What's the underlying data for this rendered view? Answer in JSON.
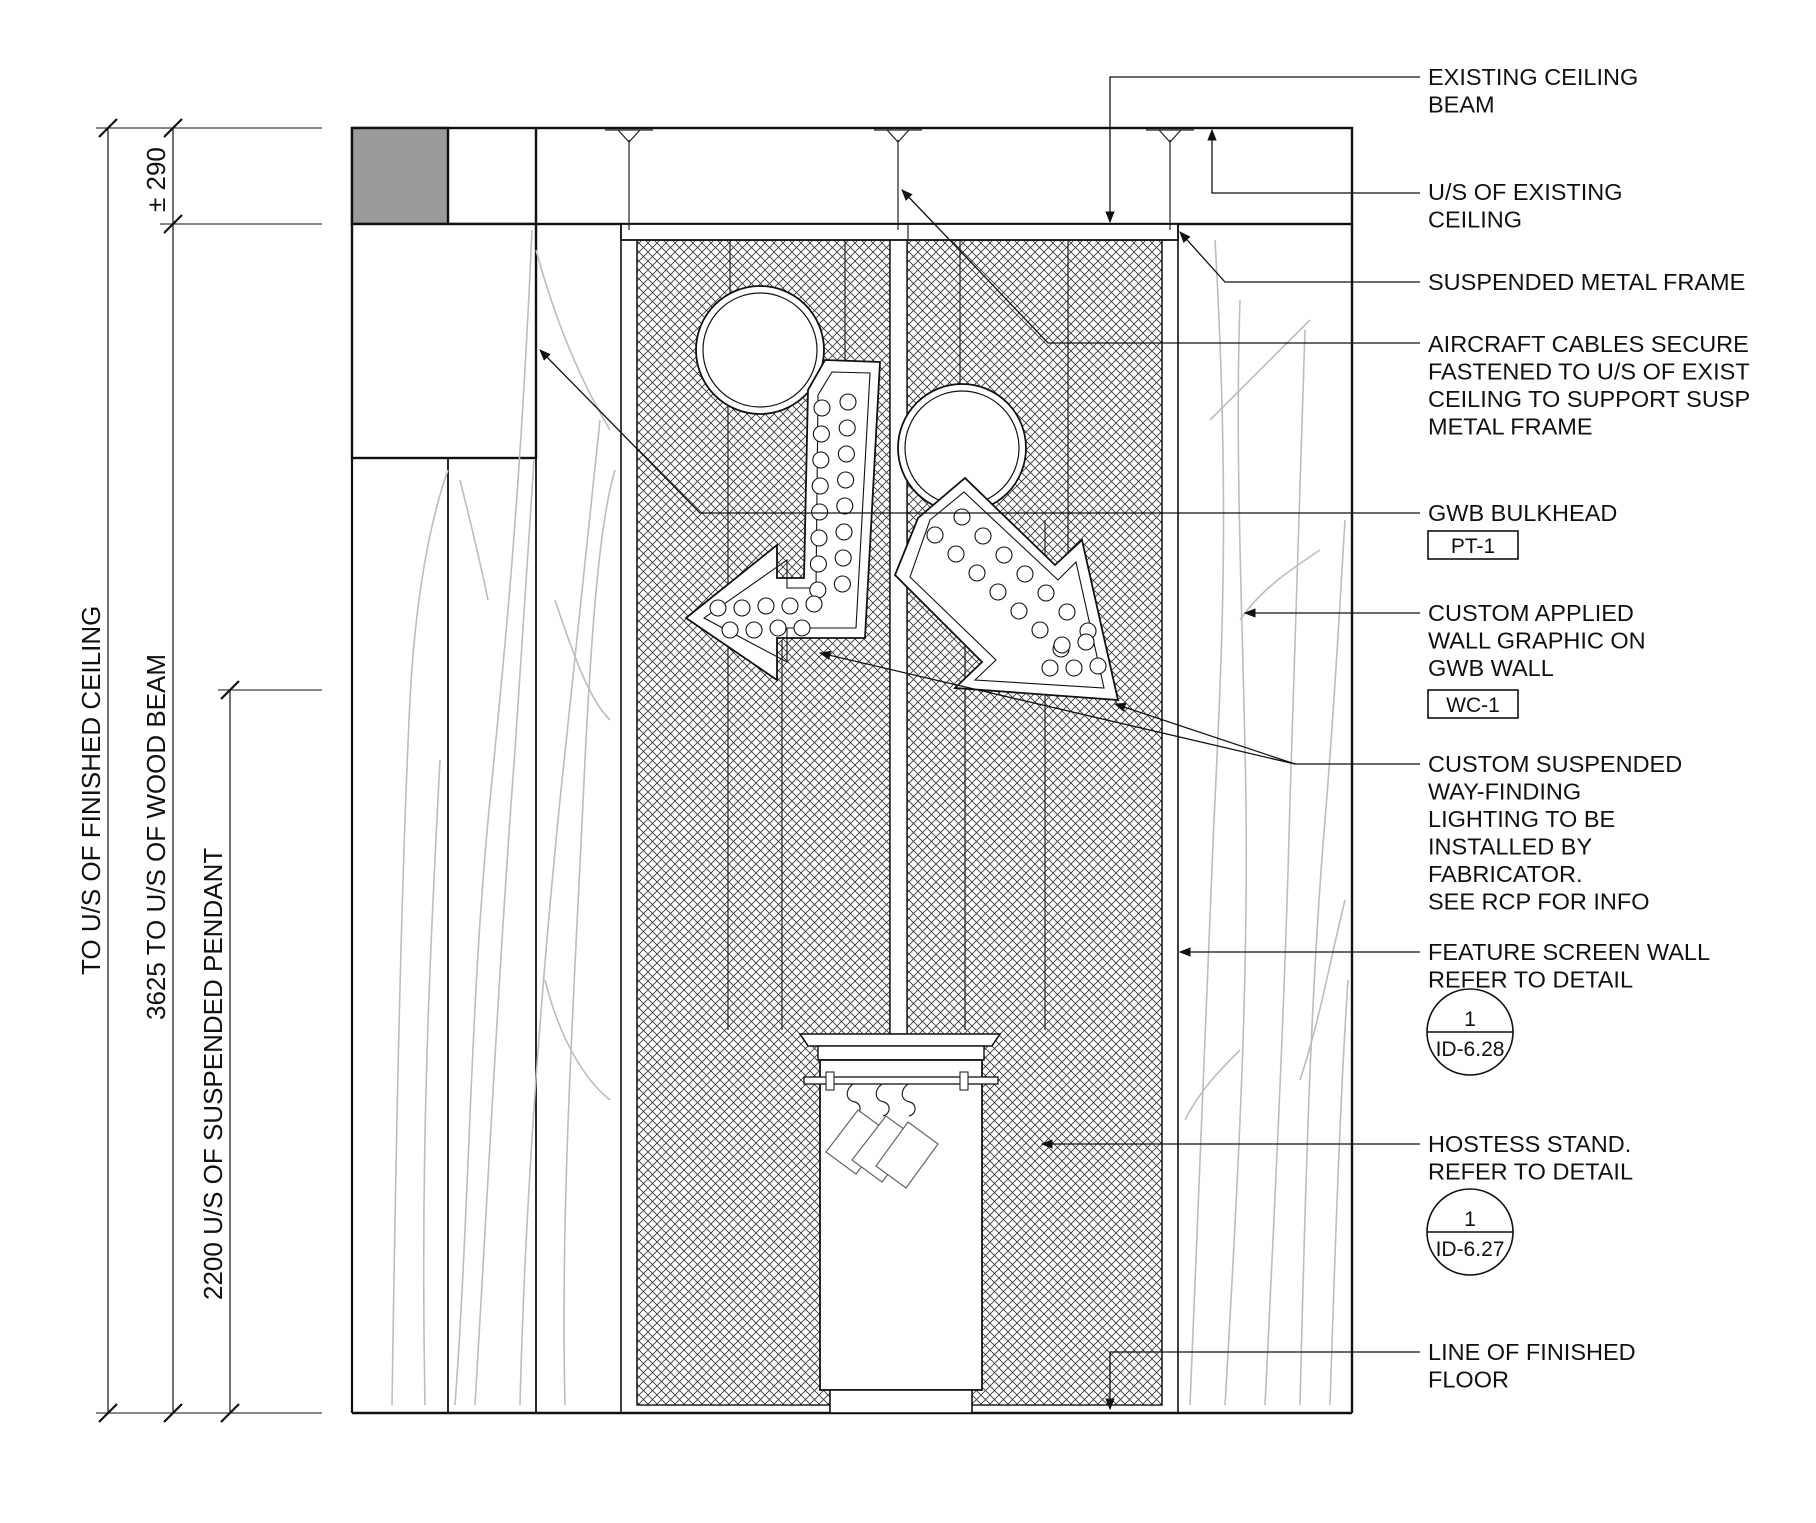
{
  "dimensions": {
    "overall": "TO U/S OF FINISHED CEILING",
    "beam": "3625 TO U/S OF WOOD BEAM",
    "pendant": "2200 U/S OF SUSPENDED PENDANT",
    "ceiling_depth": "± 290"
  },
  "notes": [
    {
      "id": "existing-ceiling-beam",
      "lines": [
        "EXISTING CEILING",
        "BEAM"
      ]
    },
    {
      "id": "us-existing-ceiling",
      "lines": [
        "U/S OF EXISTING",
        "CEILING"
      ]
    },
    {
      "id": "suspended-metal-frame",
      "lines": [
        "SUSPENDED METAL FRAME"
      ]
    },
    {
      "id": "aircraft-cables",
      "lines": [
        "AIRCRAFT CABLES SECURE",
        "FASTENED TO U/S OF EXIST",
        "CEILING TO SUPPORT SUSP",
        "METAL FRAME"
      ]
    },
    {
      "id": "gwb-bulkhead",
      "lines": [
        "GWB BULKHEAD"
      ]
    },
    {
      "id": "wall-graphic",
      "lines": [
        "CUSTOM APPLIED",
        "WALL GRAPHIC ON",
        "GWB WALL"
      ]
    },
    {
      "id": "wayfinding",
      "lines": [
        "CUSTOM SUSPENDED",
        "WAY-FINDING",
        "LIGHTING TO BE",
        "INSTALLED BY",
        "FABRICATOR.",
        "SEE RCP FOR INFO"
      ]
    },
    {
      "id": "feature-screen",
      "lines": [
        "FEATURE SCREEN WALL",
        "REFER TO DETAIL"
      ]
    },
    {
      "id": "hostess-stand",
      "lines": [
        "HOSTESS STAND.",
        "REFER TO DETAIL"
      ]
    },
    {
      "id": "finished-floor",
      "lines": [
        "LINE OF FINISHED",
        "FLOOR"
      ]
    }
  ],
  "tags": {
    "bulkhead_finish": "PT-1",
    "wall_finish": "WC-1"
  },
  "detail_refs": {
    "feature_screen": {
      "number": "1",
      "sheet": "ID-6.28"
    },
    "hostess_stand": {
      "number": "1",
      "sheet": "ID-6.27"
    }
  }
}
